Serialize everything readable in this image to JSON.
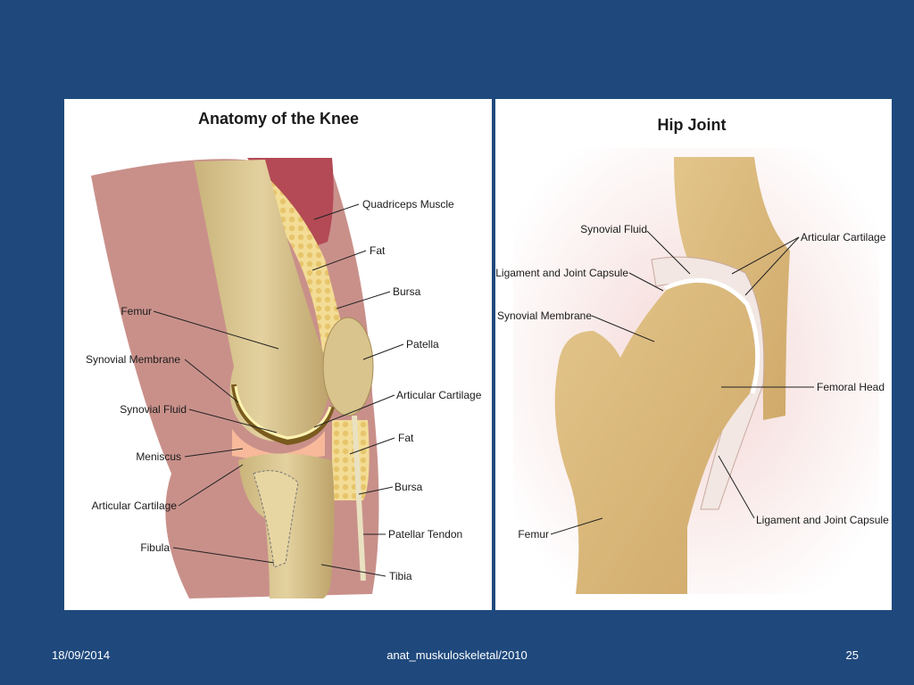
{
  "slide": {
    "footer_date": "18/09/2014",
    "footer_center": "anat_muskuloskeletal/2010",
    "page_number": "25"
  },
  "colors": {
    "background": "#1f497d",
    "panel": "#ffffff",
    "bone": "#d6c28a",
    "muscle": "#b34a55",
    "fat": "#f1d98f",
    "skin": "#c9908a"
  },
  "knee": {
    "title": "Anatomy of the Knee",
    "labels": {
      "quadriceps_muscle": "Quadriceps Muscle",
      "fat_upper": "Fat",
      "bursa_upper": "Bursa",
      "femur": "Femur",
      "patella": "Patella",
      "synovial_membrane": "Synovial Membrane",
      "articular_cartilage_right": "Articular Cartilage",
      "synovial_fluid": "Synovial Fluid",
      "fat_lower": "Fat",
      "meniscus": "Meniscus",
      "bursa_lower": "Bursa",
      "articular_cartilage_left": "Articular Cartilage",
      "patellar_tendon": "Patellar Tendon",
      "fibula": "Fibula",
      "tibia": "Tibia"
    }
  },
  "hip": {
    "title": "Hip Joint",
    "labels": {
      "synovial_fluid": "Synovial Fluid",
      "articular_cartilage": "Articular Cartilage",
      "ligament_capsule_upper": "Ligament and Joint Capsule",
      "synovial_membrane": "Synovial Membrane",
      "femoral_head": "Femoral Head",
      "ligament_capsule_lower": "Ligament and Joint Capsule",
      "femur": "Femur"
    }
  }
}
